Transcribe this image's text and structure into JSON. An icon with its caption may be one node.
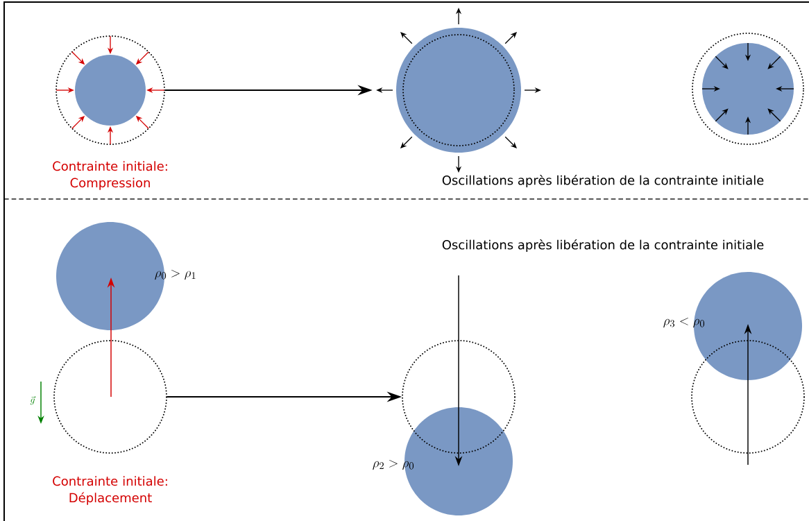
{
  "diagram": {
    "nodes": [
      {
        "text": [],
        "shape": "circle"
      },
      {
        "text": [],
        "shape": "circle"
      },
      {
        "text": [],
        "shape": "circle"
      },
      {
        "text": [],
        "shape": "circle"
      },
      {
        "text": [],
        "shape": "circle"
      },
      {
        "text": [],
        "shape": "circle"
      }
    ],
    "edges": [
      {
        "from": 0,
        "to": 1,
        "arrow": "to"
      },
      {
        "from": 3,
        "to": 4,
        "arrow": "to"
      }
    ],
    "labels": [
      "Contrainte initiale: Compression",
      "Oscillations après libération de la contrainte initiale",
      "\\rho_0 > \\rho_1",
      "Oscillations après libération de la contrainte initiale",
      "\\rho_3 < \\rho_0",
      "\\vec{g}",
      "\\rho_2 > \\rho_0",
      "Contrainte initiale: Déplacement"
    ]
  }
}
